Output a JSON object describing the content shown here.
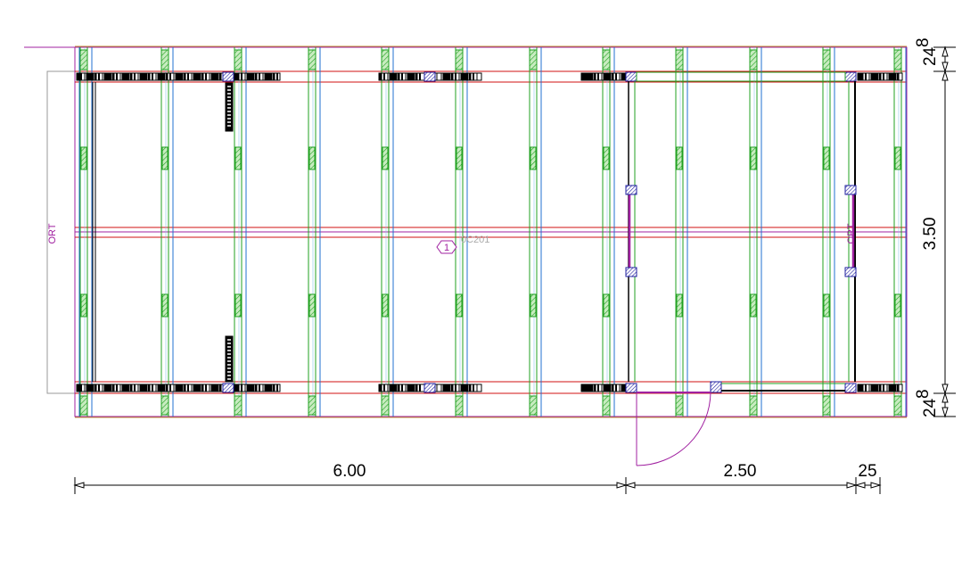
{
  "drawing": {
    "room_tag_number": "1",
    "room_code": "0C201",
    "axis_label_left": "ORT",
    "axis_label_right": "ORT"
  },
  "dimensions": {
    "horizontal": [
      "6.00",
      "2.50",
      "25"
    ],
    "vertical_top": "24",
    "vertical_top_sup": "8",
    "vertical_middle": "3.50",
    "vertical_bottom": "24",
    "vertical_bottom_sup": "8"
  },
  "colors": {
    "magenta": "#a020a0",
    "red": "#d01010",
    "green": "#20a020",
    "blue": "#2070d0",
    "gray": "#999999",
    "hatch_blue": "#2020a0"
  }
}
